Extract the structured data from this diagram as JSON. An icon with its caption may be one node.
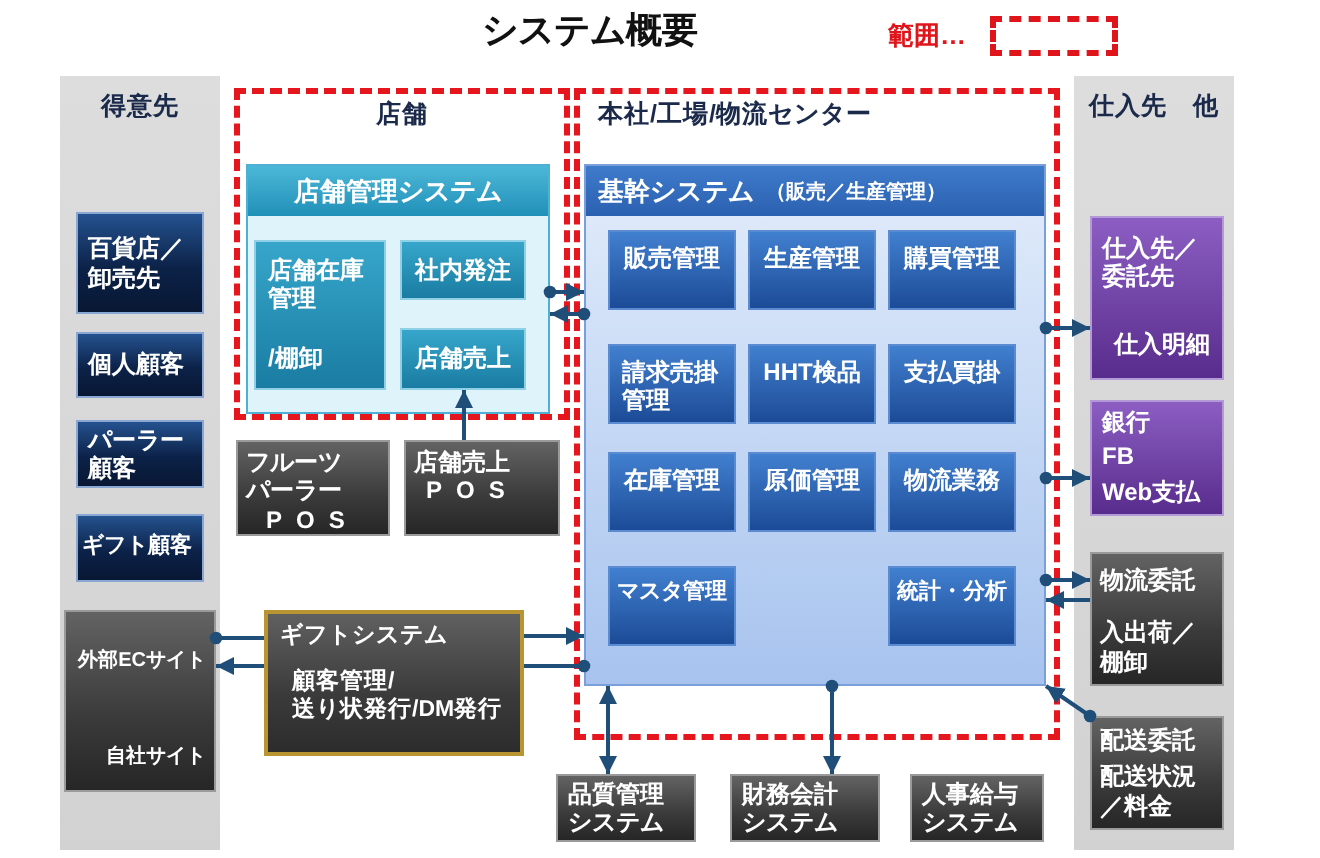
{
  "diagram": {
    "title": "システム概要",
    "nodes": [
      {
        "text": [
          "得意先"
        ]
      },
      {
        "text": [
          "百貨店／卸売先"
        ],
        "in": 0
      },
      {
        "text": [
          "個人顧客"
        ],
        "in": 0
      },
      {
        "text": [
          "パーラー顧客"
        ],
        "in": 0
      },
      {
        "text": [
          "ギフト顧客"
        ],
        "in": 0
      },
      {
        "text": [
          "外部ECサイト",
          "自社サイト"
        ],
        "in": 0
      },
      {
        "text": [
          "店舗"
        ]
      },
      {
        "text": [
          "店舗管理システム"
        ],
        "in": 6
      },
      {
        "text": [
          "店舗在庫管理",
          "/棚卸"
        ],
        "in": 7
      },
      {
        "text": [
          "社内発注"
        ],
        "in": 7
      },
      {
        "text": [
          "店舗売上"
        ],
        "in": 7
      },
      {
        "text": [
          "本社/工場/物流センター"
        ]
      },
      {
        "text": [
          "基幹システム",
          "（販売／生産管理）"
        ],
        "in": 11
      },
      {
        "text": [
          "販売管理"
        ],
        "in": 12
      },
      {
        "text": [
          "生産管理"
        ],
        "in": 12
      },
      {
        "text": [
          "購買管理"
        ],
        "in": 12
      },
      {
        "text": [
          "請求売掛管理"
        ],
        "in": 12
      },
      {
        "text": [
          "HHT検品"
        ],
        "in": 12
      },
      {
        "text": [
          "支払買掛"
        ],
        "in": 12
      },
      {
        "text": [
          "在庫管理"
        ],
        "in": 12
      },
      {
        "text": [
          "原価管理"
        ],
        "in": 12
      },
      {
        "text": [
          "物流業務"
        ],
        "in": 12
      },
      {
        "text": [
          "マスタ管理"
        ],
        "in": 12
      },
      {
        "text": [
          "統計・分析"
        ],
        "in": 12
      },
      {
        "text": [
          "仕入先　他"
        ]
      },
      {
        "text": [
          "仕入先／委託先",
          "仕入明細"
        ],
        "in": 24
      },
      {
        "text": [
          "銀行",
          "FB",
          "Web支払"
        ],
        "in": 24
      },
      {
        "text": [
          "物流委託",
          "入出荷／棚卸"
        ],
        "in": 24
      },
      {
        "text": [
          "配送委託",
          "配送状況／料金"
        ],
        "in": 24
      },
      {
        "text": [
          "フルーツパーラー",
          "POS"
        ]
      },
      {
        "text": [
          "店舗売上",
          "POS"
        ]
      },
      {
        "text": [
          "ギフトシステム",
          "顧客管理/送り状発行/DM発行"
        ]
      },
      {
        "text": [
          "品質管理システム"
        ]
      },
      {
        "text": [
          "財務会計システム"
        ]
      },
      {
        "text": [
          "人事給与システム"
        ]
      }
    ],
    "edges": [
      {
        "from": 7,
        "to": 12,
        "arrow": "to"
      },
      {
        "from": 12,
        "to": 7,
        "arrow": "to"
      },
      {
        "from": 30,
        "to": 10,
        "arrow": "to"
      },
      {
        "from": 5,
        "to": 31,
        "arrow": "other"
      },
      {
        "from": 31,
        "to": 5,
        "arrow": "to"
      },
      {
        "from": 31,
        "to": 12,
        "arrow": "to"
      },
      {
        "from": 12,
        "to": 31,
        "arrow": "other"
      },
      {
        "from": 12,
        "to": 32,
        "arrow": "both"
      },
      {
        "from": 12,
        "to": 33,
        "arrow": "to"
      },
      {
        "from": 12,
        "to": 25,
        "arrow": "to"
      },
      {
        "from": 12,
        "to": 26,
        "arrow": "to"
      },
      {
        "from": 12,
        "to": 27,
        "arrow": "to"
      },
      {
        "from": 27,
        "to": 12,
        "arrow": "to"
      },
      {
        "from": 28,
        "to": 12,
        "arrow": "to"
      }
    ],
    "legend": [
      {
        "text": "範囲…"
      }
    ]
  }
}
